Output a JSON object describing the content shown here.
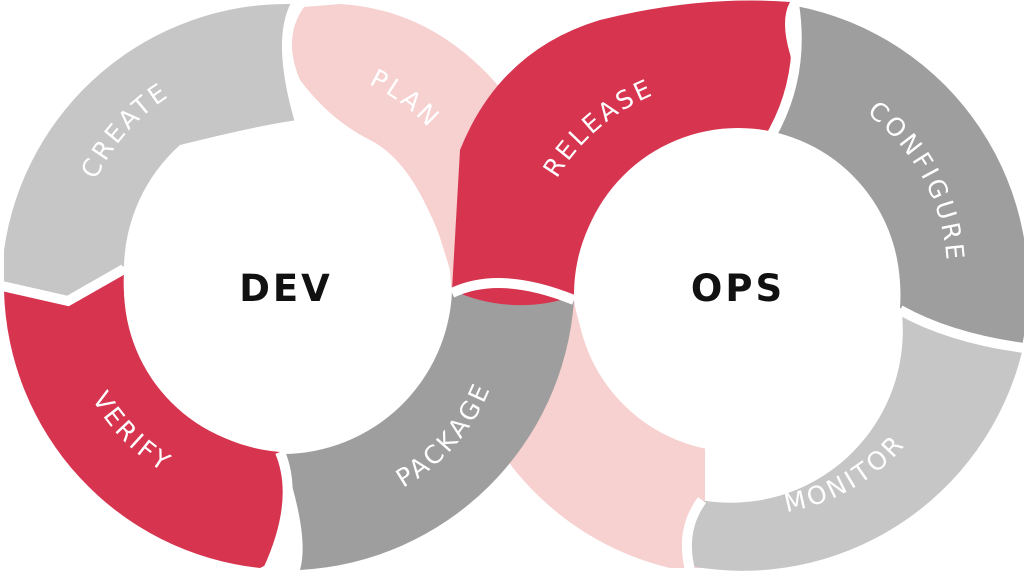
{
  "diagram": {
    "center_labels": {
      "left": "DEV",
      "right": "OPS"
    },
    "stages": {
      "plan": "PLAN",
      "create": "CREATE",
      "verify": "VERIFY",
      "package": "PACKAGE",
      "release": "RELEASE",
      "configure": "CONFIGURE",
      "monitor": "MONITOR"
    },
    "colors": {
      "crimson": "#d6344f",
      "light_pink": "#f7d0d0",
      "light_gray": "#c6c6c6",
      "dark_gray": "#9e9e9e",
      "background": "#ffffff",
      "text": "#111111"
    }
  }
}
